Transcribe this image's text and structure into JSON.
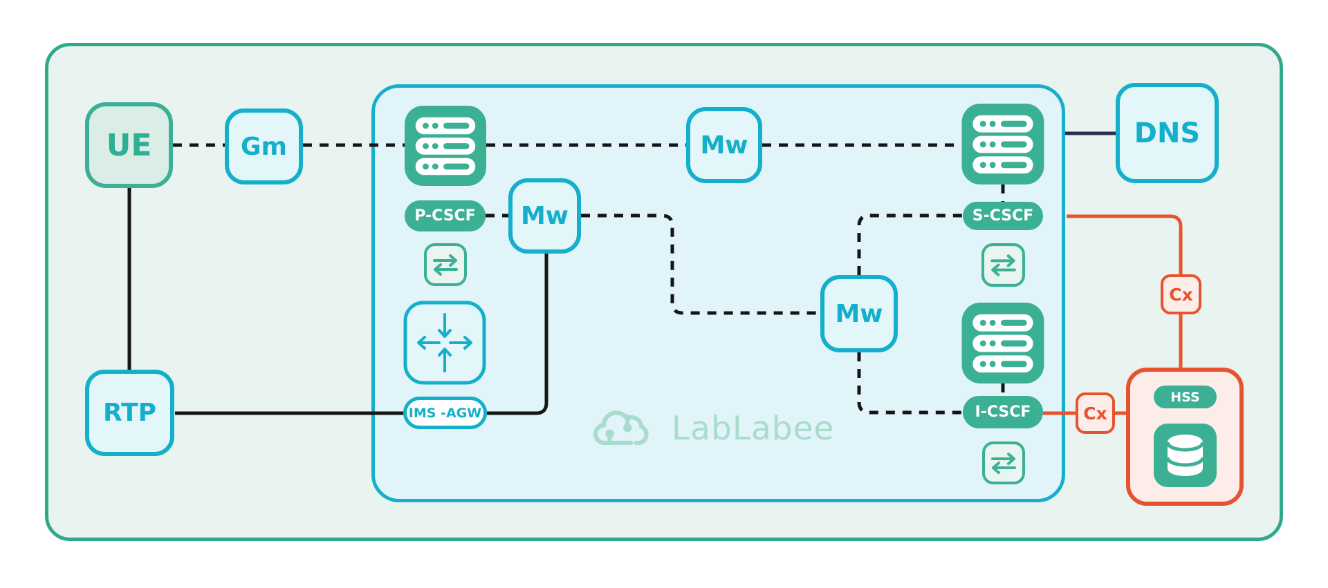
{
  "nodes": {
    "ue": {
      "label": "UE"
    },
    "gm": {
      "label": "Gm"
    },
    "rtp": {
      "label": "RTP"
    },
    "dns": {
      "label": "DNS"
    },
    "mw_top": {
      "label": "Mw"
    },
    "mw_pcscf": {
      "label": "Mw"
    },
    "mw_mid": {
      "label": "Mw"
    },
    "pcscf": {
      "label": "P-CSCF"
    },
    "scscf": {
      "label": "S-CSCF"
    },
    "icscf": {
      "label": "I-CSCF"
    },
    "ims_agw": {
      "label": "IMS -AGW"
    },
    "cx_icscf": {
      "label": "Cx"
    },
    "cx_scscf": {
      "label": "Cx"
    },
    "hss": {
      "label": "HSS"
    }
  },
  "watermark": {
    "brand": "LabLabee"
  },
  "icons": {
    "pcscf_icon": "server-stack-icon",
    "scscf_icon": "server-stack-icon",
    "icscf_icon": "server-stack-icon",
    "hss_icon": "database-icon",
    "pcscf_aux_icon": "transfer-arrows-icon",
    "scscf_aux_icon": "transfer-arrows-icon",
    "icscf_aux_icon": "transfer-arrows-icon",
    "media_gateway_icon": "four-way-arrows-icon",
    "brand_icon": "cloud-circuit-icon"
  },
  "colors": {
    "outer_border": "#2fa98c",
    "outer_fill": "#e9f4f0",
    "inner_border": "#16aeca",
    "inner_fill": "#e0f4f9",
    "green": "#3cb094",
    "cyan": "#14afca",
    "orange": "#e8532f",
    "navy": "#272d52",
    "line_black": "#151515",
    "hss_fill": "#fcede8",
    "watermark": "#a8dccd"
  }
}
